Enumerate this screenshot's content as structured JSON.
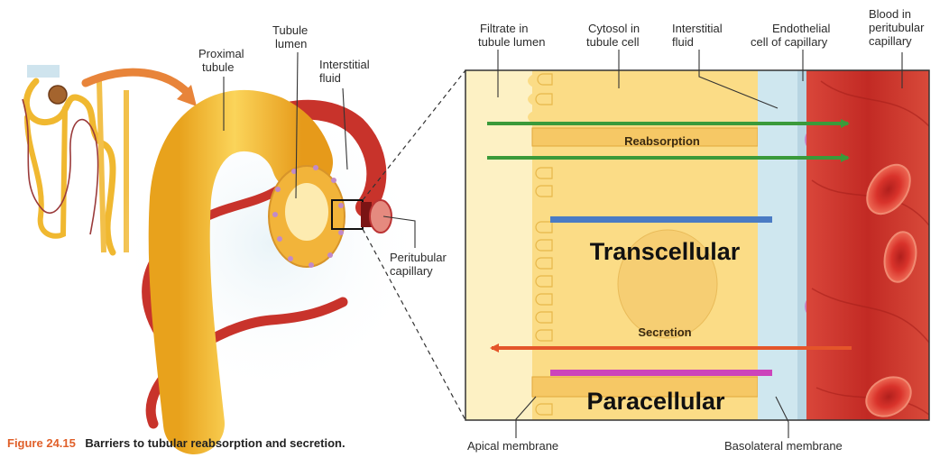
{
  "labels": {
    "proximal_tubule": [
      "Proximal",
      "tubule"
    ],
    "tubule_lumen": [
      "Tubule",
      "lumen"
    ],
    "interstitial_fluid_left": [
      "Interstitial",
      "fluid"
    ],
    "peritubular_capillary": [
      "Peritubular",
      "capillary"
    ],
    "filtrate": [
      "Filtrate in",
      "tubule lumen"
    ],
    "cytosol": [
      "Cytosol in",
      "tubule cell"
    ],
    "interstitial_fluid_right": [
      "Interstitial",
      "fluid"
    ],
    "endothelial": [
      "Endothelial",
      "cell of capillary"
    ],
    "blood": [
      "Blood in",
      "peritubular",
      "capillary"
    ],
    "apical_membrane": "Apical membrane",
    "basolateral_membrane": "Basolateral membrane"
  },
  "flows": {
    "reabsorption": "Reabsorption",
    "secretion": "Secretion"
  },
  "routes": {
    "transcellular": "Transcellular",
    "paracellular": "Paracellular"
  },
  "caption": {
    "number": "Figure 24.15",
    "text": "Barriers to tubular reabsorption and secretion."
  },
  "colors": {
    "reabsorption_arrow": "#3a9a3a",
    "secretion_arrow": "#e4552a",
    "transcellular_bar": "#4a7bc4",
    "paracellular_bar": "#cc44bb",
    "caption_accent": "#e0602a",
    "cell_fill": "#fbdc86",
    "lumen_fill": "#fdf1c4",
    "interstitial_fill": "#cfe7ef",
    "blood_fill": "#c8332b"
  }
}
